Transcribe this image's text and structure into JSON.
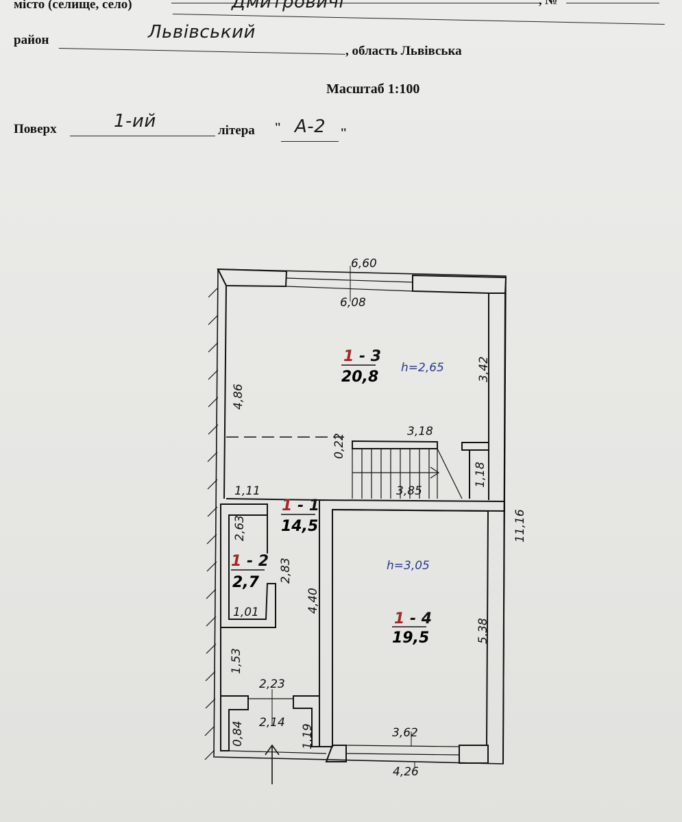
{
  "header": {
    "top_edge_text": ", № ",
    "city_label": "місто (селище, село)",
    "city_value": "Дмитровичі",
    "district_label": "район",
    "district_value": "Львівський",
    "region_text": ", область Львівська",
    "scale_text": "Масштаб 1:100",
    "floor_label": "Поверх",
    "floor_value": "1-ий",
    "letter_label": "літера",
    "letter_value": "А-2",
    "quote_open": "\"",
    "quote_close": "\""
  },
  "plan": {
    "rooms": [
      {
        "id_prefix": "1",
        "id_suffix": " - 3",
        "area": "20,8"
      },
      {
        "id_prefix": "1",
        "id_suffix": " - 1",
        "area": "14,5"
      },
      {
        "id_prefix": "1",
        "id_suffix": " - 2",
        "area": "2,7"
      },
      {
        "id_prefix": "1",
        "id_suffix": " - 4",
        "area": "19,5"
      }
    ],
    "heights": [
      "h=2,65",
      "h=3,05"
    ],
    "dimensions": {
      "top_outer": "6,60",
      "top_inner": "6,08",
      "right_outer": "11,16",
      "r13_left": "4,86",
      "r13_right": "3,42",
      "stair_gap": "0,22",
      "stair_top": "3,18",
      "stair_len": "3,85",
      "stair_side": "1,18",
      "corridor_w": "1,11",
      "r12_left": "2,63",
      "r12_right": "2,83",
      "r12_bottom": "1,01",
      "corridor_len": "4,40",
      "r14_right": "5,38",
      "r14_inner": "3,62",
      "bottom_outer": "4,26",
      "entry_left": "1,53",
      "entry_top": "2,23",
      "entry_bottom": "2,14",
      "porch_left": "0,84",
      "porch_right": "1,19"
    }
  }
}
